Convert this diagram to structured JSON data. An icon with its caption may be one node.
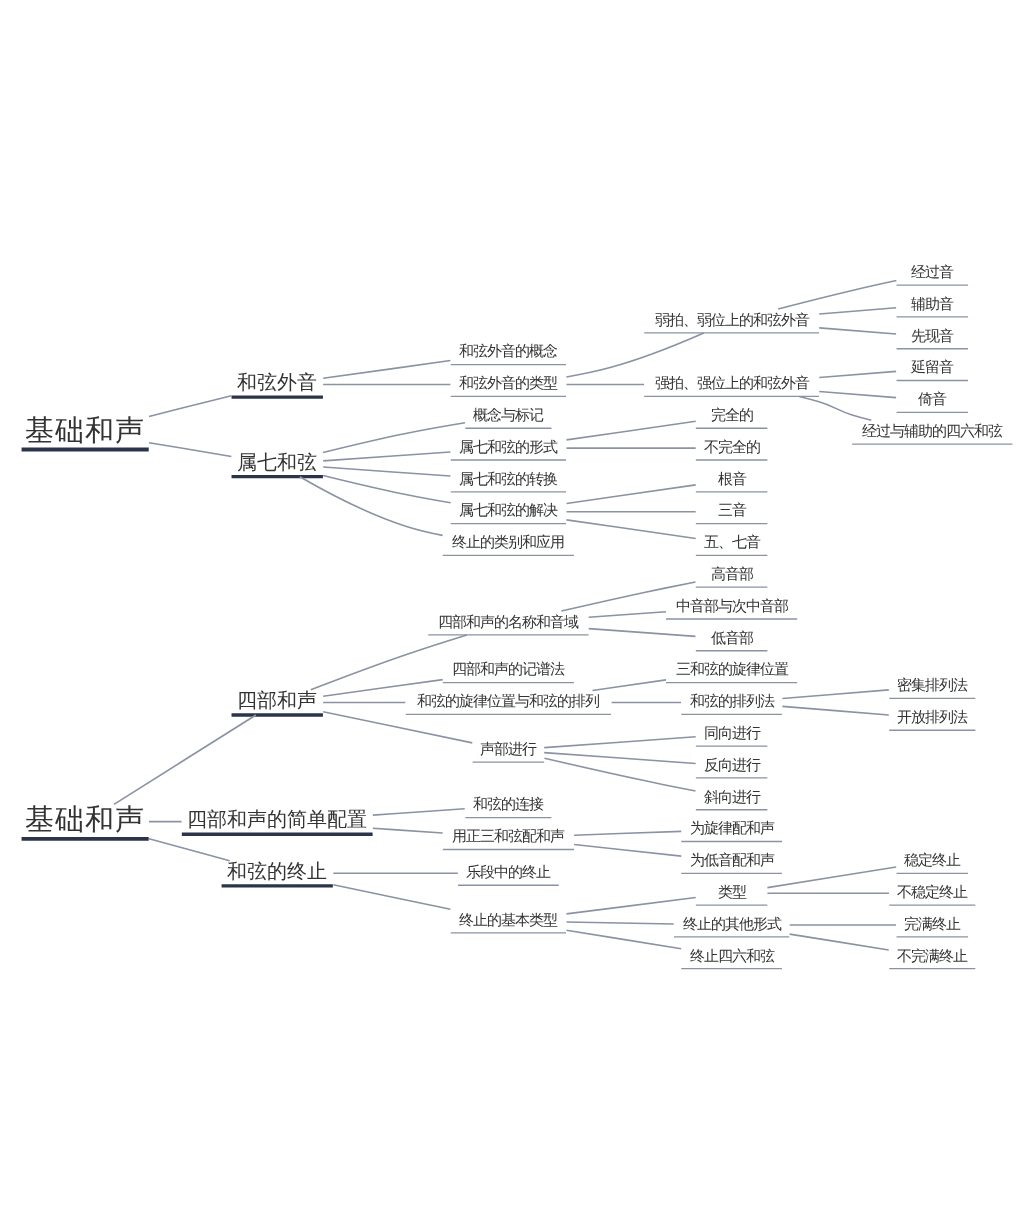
{
  "diagram": {
    "nodes": [
      {
        "text": [
          "基础和声"
        ]
      },
      {
        "text": [
          "四部和声"
        ]
      },
      {
        "text": [
          "四部和声的名称和音域"
        ]
      },
      {
        "text": [
          "高音部"
        ]
      },
      {
        "text": [
          "中音部与次中音部"
        ]
      },
      {
        "text": [
          "低音部"
        ]
      },
      {
        "text": [
          "四部和声的记谱法"
        ]
      },
      {
        "text": [
          "和弦的旋律位置与和弦的排列"
        ]
      },
      {
        "text": [
          "三和弦的旋律位置"
        ]
      },
      {
        "text": [
          "和弦的排列法"
        ]
      },
      {
        "text": [
          "密集排列法"
        ]
      },
      {
        "text": [
          "开放排列法"
        ]
      },
      {
        "text": [
          "声部进行"
        ]
      },
      {
        "text": [
          "同向进行"
        ]
      },
      {
        "text": [
          "反向进行"
        ]
      },
      {
        "text": [
          "斜向进行"
        ]
      },
      {
        "text": [
          "四部和声的简单配置"
        ]
      },
      {
        "text": [
          "和弦的连接"
        ]
      },
      {
        "text": [
          "用正三和弦配和声"
        ]
      },
      {
        "text": [
          "为旋律配和声"
        ]
      },
      {
        "text": [
          "为低音配和声"
        ]
      },
      {
        "text": [
          "和弦的终止"
        ]
      },
      {
        "text": [
          "乐段中的终止"
        ]
      },
      {
        "text": [
          "终止的基本类型"
        ]
      },
      {
        "text": [
          "类型"
        ]
      },
      {
        "text": [
          "稳定终止"
        ]
      },
      {
        "text": [
          "不稳定终止"
        ]
      },
      {
        "text": [
          "终止的其他形式"
        ]
      },
      {
        "text": [
          "完满终止"
        ]
      },
      {
        "text": [
          "不完满终止"
        ]
      },
      {
        "text": [
          "终止四六和弦"
        ]
      },
      {
        "text": [
          "基础和声"
        ]
      },
      {
        "text": [
          "和弦外音"
        ]
      },
      {
        "text": [
          "和弦外音的概念"
        ]
      },
      {
        "text": [
          "和弦外音的类型"
        ]
      },
      {
        "text": [
          "弱拍、弱位上的和弦外音"
        ]
      },
      {
        "text": [
          "经过音"
        ]
      },
      {
        "text": [
          "辅助音"
        ]
      },
      {
        "text": [
          "先现音"
        ]
      },
      {
        "text": [
          "强拍、强位上的和弦外音"
        ]
      },
      {
        "text": [
          "延留音"
        ]
      },
      {
        "text": [
          "倚音"
        ]
      },
      {
        "text": [
          "经过与辅助的四六和弦"
        ]
      },
      {
        "text": [
          "属七和弦"
        ]
      },
      {
        "text": [
          "概念与标记"
        ]
      },
      {
        "text": [
          "属七和弦的形式"
        ]
      },
      {
        "text": [
          "完全的"
        ]
      },
      {
        "text": [
          "不完全的"
        ]
      },
      {
        "text": [
          "属七和弦的转换"
        ]
      },
      {
        "text": [
          "属七和弦的解决"
        ]
      },
      {
        "text": [
          "根音"
        ]
      },
      {
        "text": [
          "三音"
        ]
      },
      {
        "text": [
          "五、七音"
        ]
      },
      {
        "text": [
          "终止的类别和应用"
        ]
      }
    ],
    "edges": [
      {
        "from": 0,
        "to": 1,
        "arrow": "none"
      },
      {
        "from": 1,
        "to": 2,
        "arrow": "none"
      },
      {
        "from": 2,
        "to": 3,
        "arrow": "none"
      },
      {
        "from": 2,
        "to": 4,
        "arrow": "none"
      },
      {
        "from": 2,
        "to": 5,
        "arrow": "none"
      },
      {
        "from": 1,
        "to": 6,
        "arrow": "none"
      },
      {
        "from": 1,
        "to": 7,
        "arrow": "none"
      },
      {
        "from": 7,
        "to": 8,
        "arrow": "none"
      },
      {
        "from": 7,
        "to": 9,
        "arrow": "none"
      },
      {
        "from": 9,
        "to": 10,
        "arrow": "none"
      },
      {
        "from": 9,
        "to": 11,
        "arrow": "none"
      },
      {
        "from": 1,
        "to": 12,
        "arrow": "none"
      },
      {
        "from": 12,
        "to": 13,
        "arrow": "none"
      },
      {
        "from": 12,
        "to": 14,
        "arrow": "none"
      },
      {
        "from": 12,
        "to": 15,
        "arrow": "none"
      },
      {
        "from": 0,
        "to": 16,
        "arrow": "none"
      },
      {
        "from": 16,
        "to": 17,
        "arrow": "none"
      },
      {
        "from": 16,
        "to": 18,
        "arrow": "none"
      },
      {
        "from": 18,
        "to": 19,
        "arrow": "none"
      },
      {
        "from": 18,
        "to": 20,
        "arrow": "none"
      },
      {
        "from": 0,
        "to": 21,
        "arrow": "none"
      },
      {
        "from": 21,
        "to": 22,
        "arrow": "none"
      },
      {
        "from": 21,
        "to": 23,
        "arrow": "none"
      },
      {
        "from": 23,
        "to": 24,
        "arrow": "none"
      },
      {
        "from": 24,
        "to": 25,
        "arrow": "none"
      },
      {
        "from": 24,
        "to": 26,
        "arrow": "none"
      },
      {
        "from": 23,
        "to": 27,
        "arrow": "none"
      },
      {
        "from": 27,
        "to": 28,
        "arrow": "none"
      },
      {
        "from": 27,
        "to": 29,
        "arrow": "none"
      },
      {
        "from": 23,
        "to": 30,
        "arrow": "none"
      },
      {
        "from": 31,
        "to": 32,
        "arrow": "none"
      },
      {
        "from": 32,
        "to": 33,
        "arrow": "none"
      },
      {
        "from": 32,
        "to": 34,
        "arrow": "none"
      },
      {
        "from": 34,
        "to": 35,
        "arrow": "none"
      },
      {
        "from": 35,
        "to": 36,
        "arrow": "none"
      },
      {
        "from": 35,
        "to": 37,
        "arrow": "none"
      },
      {
        "from": 35,
        "to": 38,
        "arrow": "none"
      },
      {
        "from": 34,
        "to": 39,
        "arrow": "none"
      },
      {
        "from": 39,
        "to": 40,
        "arrow": "none"
      },
      {
        "from": 39,
        "to": 41,
        "arrow": "none"
      },
      {
        "from": 39,
        "to": 42,
        "arrow": "none"
      },
      {
        "from": 31,
        "to": 43,
        "arrow": "none"
      },
      {
        "from": 43,
        "to": 44,
        "arrow": "none"
      },
      {
        "from": 43,
        "to": 45,
        "arrow": "none"
      },
      {
        "from": 45,
        "to": 46,
        "arrow": "none"
      },
      {
        "from": 45,
        "to": 47,
        "arrow": "none"
      },
      {
        "from": 43,
        "to": 48,
        "arrow": "none"
      },
      {
        "from": 43,
        "to": 49,
        "arrow": "none"
      },
      {
        "from": 49,
        "to": 50,
        "arrow": "none"
      },
      {
        "from": 49,
        "to": 51,
        "arrow": "none"
      },
      {
        "from": 49,
        "to": 52,
        "arrow": "none"
      },
      {
        "from": 43,
        "to": 53,
        "arrow": "none"
      }
    ]
  }
}
